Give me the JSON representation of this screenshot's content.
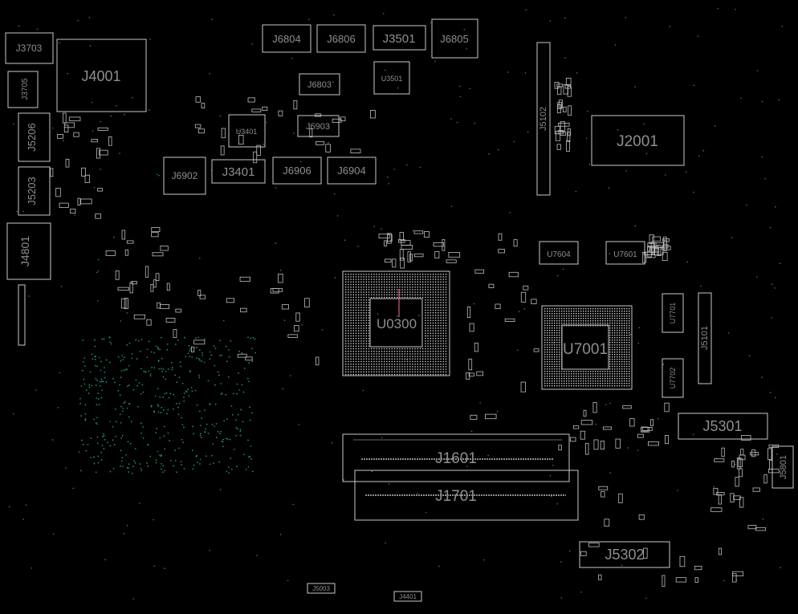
{
  "view": {
    "background": "#000000",
    "outline_color": "#c8c8c8",
    "label_color": "#8e8e8e",
    "via_color": "#1f8a7a",
    "marker_color": "#e05a7a"
  },
  "components": {
    "J3703": "J3703",
    "J4001": "J4001",
    "J3705": "J3705",
    "J5206": "J5206",
    "J5203": "J5203",
    "J4801": "J4801",
    "J6804": "J6804",
    "J6806": "J6806",
    "J3501": "J3501",
    "J6805": "J6805",
    "J6803": "J6803",
    "U3501": "U3501",
    "U3401": "U3401",
    "J6903": "J6903",
    "J6902": "J6902",
    "J3401": "J3401",
    "J6906": "J6906",
    "J6904": "J6904",
    "J5102": "J5102",
    "J2001": "J2001",
    "U7604": "U7604",
    "U7601": "U7601",
    "U0300": "U0300",
    "U7001": "U7001",
    "J5101": "J5101",
    "U7701": "U7701",
    "U7702": "U7702",
    "J5301": "J5301",
    "J1601": "J1601",
    "J1701": "J1701",
    "J5801": "J5801",
    "J5302": "J5302",
    "J5003": "J5003",
    "J4401": "J4401"
  }
}
